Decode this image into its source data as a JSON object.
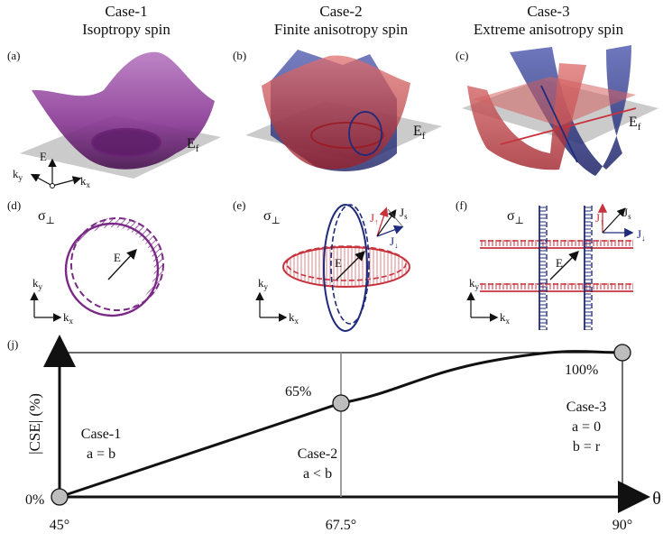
{
  "cases": [
    {
      "title": "Case-1",
      "subtitle": "Isoptropy spin"
    },
    {
      "title": "Case-2",
      "subtitle": "Finite anisotropy spin"
    },
    {
      "title": "Case-3",
      "subtitle": "Extreme anisotropy spin"
    }
  ],
  "panels": {
    "a": "(a)",
    "b": "(b)",
    "c": "(c)",
    "d": "(d)",
    "e": "(e)",
    "f": "(f)",
    "j": "(j)"
  },
  "symbols": {
    "fermi": "E",
    "fermi_sub": "f",
    "energy": "E",
    "kx": "k",
    "kx_sub": "x",
    "ky": "k",
    "ky_sub": "y",
    "sigma": "σ",
    "sigma_sub": "⊥",
    "field": "E",
    "J_up": "J",
    "J_up_sub": "↑",
    "J_down": "J",
    "J_down_sub": "↓",
    "J_s": "J",
    "J_s_sub": "s"
  },
  "colors": {
    "purple": "#7a2a86",
    "red": "#c8323c",
    "blue": "#1f2a7a",
    "plane": "#bdbdbd"
  },
  "chart_data": {
    "type": "line",
    "ylabel": "|CSE| (%)",
    "xlabel": "θ",
    "x_ticks": [
      "45°",
      "67.5°",
      "90°"
    ],
    "points": [
      {
        "x": 45,
        "y": 0,
        "label": "0%"
      },
      {
        "x": 67.5,
        "y": 65,
        "label": "65%"
      },
      {
        "x": 90,
        "y": 100,
        "label": "100%"
      }
    ],
    "annotations": [
      {
        "lines": [
          "Case-1",
          "a = b"
        ]
      },
      {
        "lines": [
          "Case-2",
          "a < b"
        ]
      },
      {
        "lines": [
          "Case-3",
          "a = 0",
          "b = r"
        ]
      }
    ],
    "ylim": [
      0,
      100
    ],
    "xlim": [
      45,
      90
    ]
  }
}
